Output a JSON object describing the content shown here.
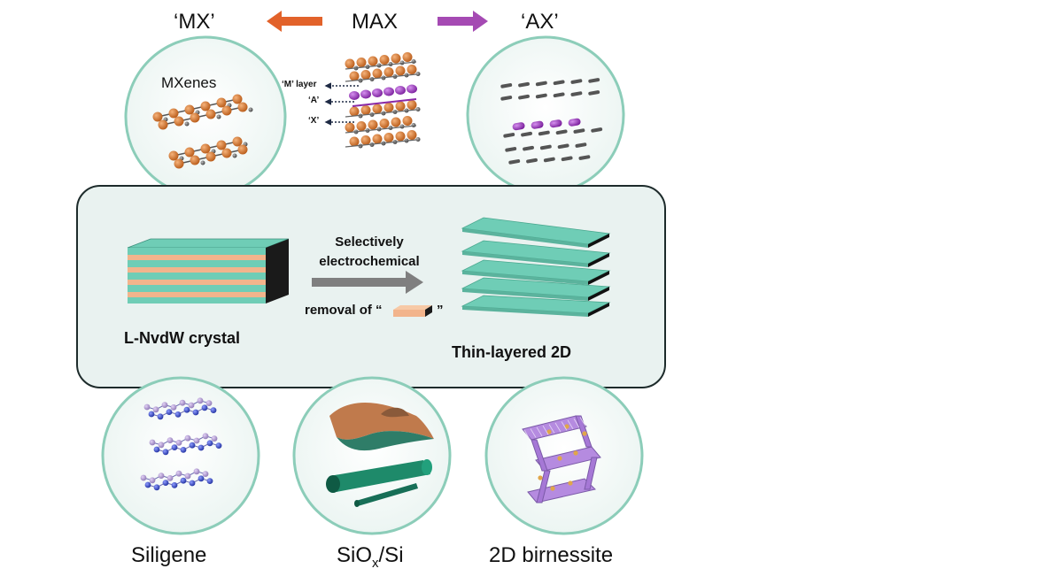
{
  "top": {
    "mx_label": "‘MX’",
    "max_label": "MAX",
    "ax_label": "‘AX’",
    "left_arrow_color": "#e2622a",
    "right_arrow_color": "#a54ab3"
  },
  "mxenes": {
    "label": "MXenes"
  },
  "max_structure": {
    "m_layer": "‘M’ layer",
    "a_layer": "‘A’",
    "x_layer": "‘X’"
  },
  "panel": {
    "process_line1": "Selectively",
    "process_line2": "electrochemical",
    "removal_prefix": "removal of “",
    "removal_suffix": "”",
    "left_caption": "L-NvdW crystal",
    "right_caption": "Thin-layered 2D",
    "background_color": "#e9f2f0",
    "sheet_color": "#6fcdb6"
  },
  "bottom": {
    "siligene": "Siligene",
    "siox_main": "SiO",
    "siox_sub": "x",
    "siox_tail": "/Si",
    "birnessite": "2D birnessite"
  },
  "colors": {
    "circle_border": "#8ccdb9",
    "orange_atom": "#d9762b",
    "purple_atom": "#9b3dbb",
    "grey_atom": "#5a5a5a",
    "blue_atom": "#3b4cc9",
    "lavender": "#b58be0"
  }
}
